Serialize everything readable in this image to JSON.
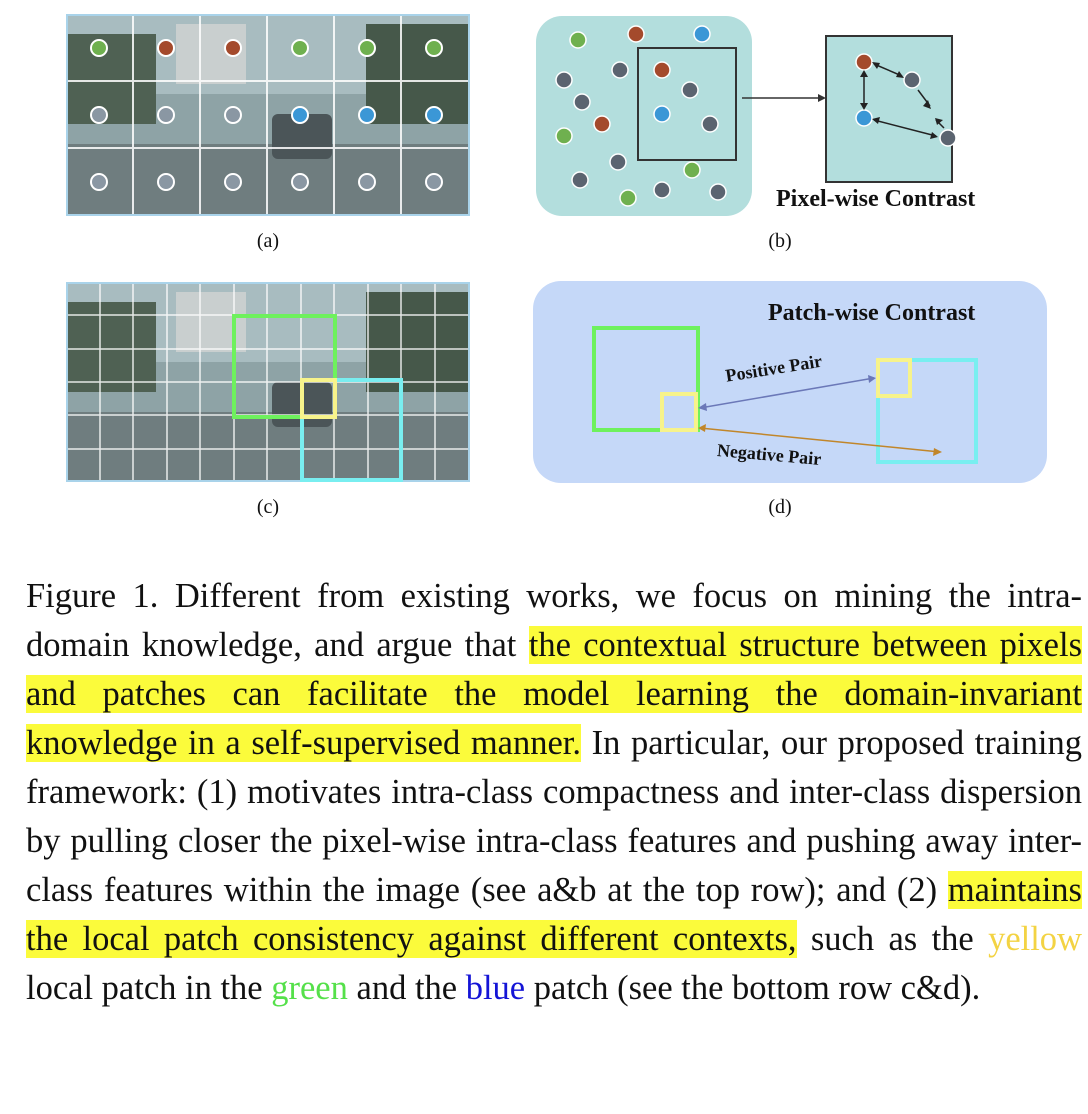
{
  "panels": {
    "a": {
      "label": "(a)"
    },
    "b": {
      "label": "(b)",
      "title": "Pixel-wise Contrast"
    },
    "c": {
      "label": "(c)"
    },
    "d": {
      "label": "(d)",
      "title": "Patch-wise Contrast",
      "positive_pair": "Positive Pair",
      "negative_pair": "Negative Pair"
    }
  },
  "colors": {
    "green_dot": "#6fb04f",
    "brown_dot": "#a44a2c",
    "blue_dot": "#3b97d6",
    "gray_dot": "#5b6470",
    "patch_green": "#6ef15d",
    "patch_yellow": "#f7f38b",
    "patch_cyan": "#79eef0",
    "highlight": "#fbfb3b"
  },
  "caption": {
    "p1": "Figure 1.  Different from existing works, we focus on mining the intra-domain knowledge, and argue that ",
    "h1": "the contextual structure between pixels and patches can facilitate the model learning the domain-invariant knowledge in a self-supervised manner.",
    "p2": " In particular, our proposed training framework: (1) motivates intra-class compactness and inter-class dispersion by pulling closer the pixel-wise intra-class features and pushing away inter-class features within the image (see a&b at the top row); and (2) ",
    "h2": "maintains the local patch consistency against different contexts,",
    "p3": " such as the ",
    "yellow": "yellow",
    "p4": " local patch in the ",
    "green": "green",
    "p5": " and the ",
    "blue": "blue",
    "p6": " patch (see the bottom row c&d)."
  }
}
